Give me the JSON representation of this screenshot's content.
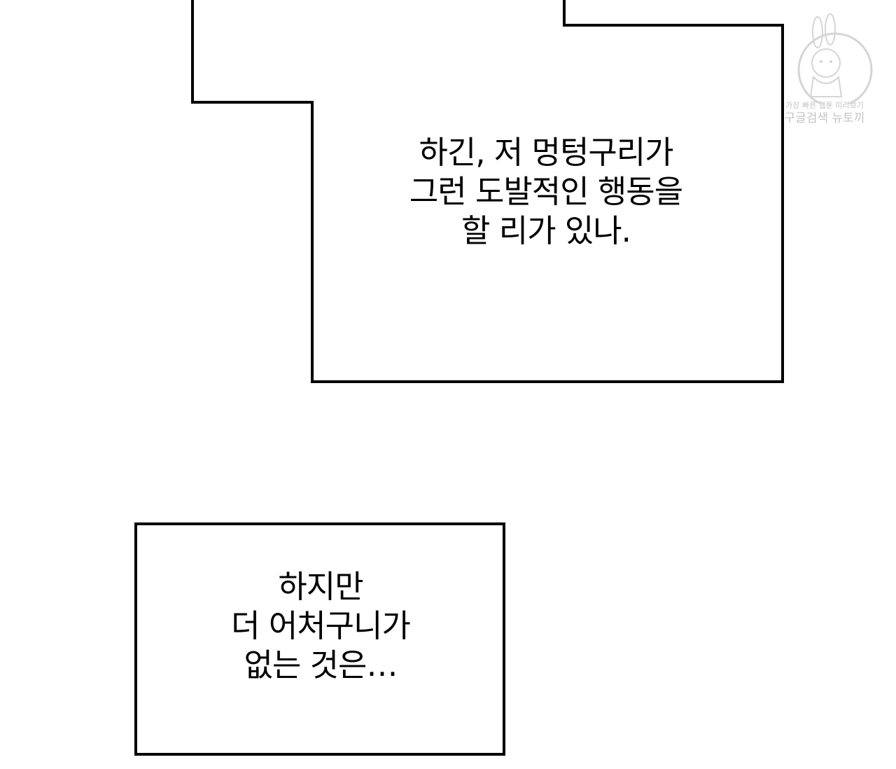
{
  "captions": {
    "first": {
      "line1": "하긴, 저 멍텅구리가",
      "line2": "그런 도발적인 행동을",
      "line3": "할 리가 있나."
    },
    "second": {
      "line1": "하지만",
      "line2": "더 어처구니가",
      "line3": "없는 것은…"
    }
  },
  "watermark": {
    "line1": "가장 빠른 웹툰 미리보기",
    "line2": "구글검색 뉴토끼"
  },
  "colors": {
    "background": "#ffffff",
    "border": "#000000",
    "text": "#000000",
    "watermark": "#555555"
  }
}
